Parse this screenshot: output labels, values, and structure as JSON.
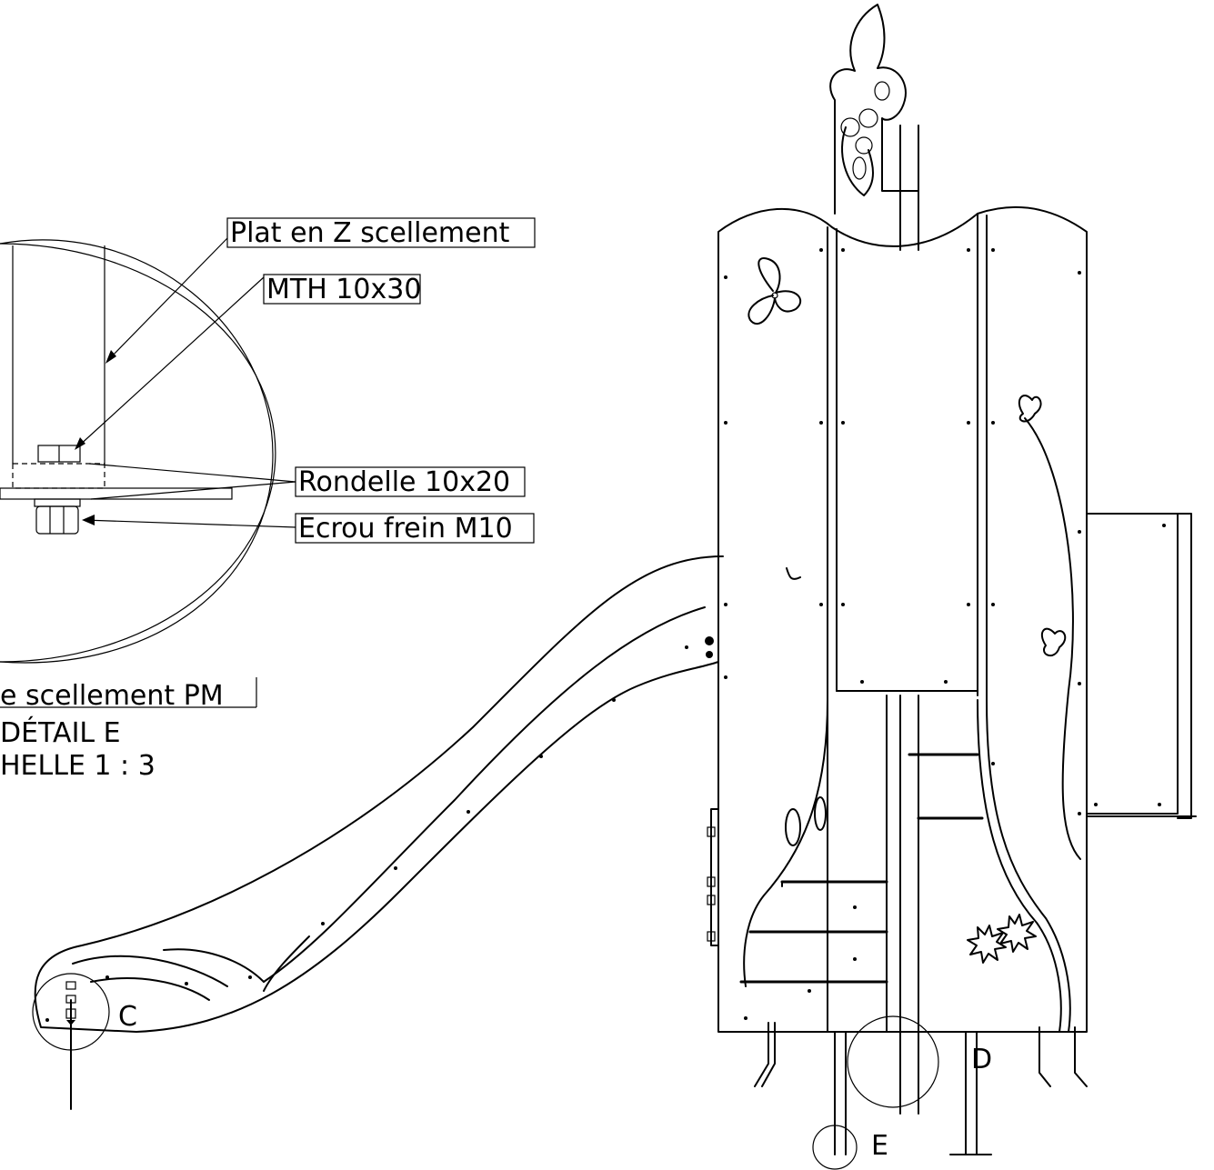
{
  "detail_view": {
    "labels": {
      "plat_z": "Plat en Z scellement",
      "mth": "MTH 10x30",
      "rondelle": "Rondelle 10x20",
      "ecrou": "Ecrou frein M10",
      "scellement_pm": "e scellement PM"
    },
    "title": "DÉTAIL E",
    "scale": "HELLE 1 : 3"
  },
  "callouts": {
    "c": "C",
    "d": "D",
    "e": "E"
  }
}
